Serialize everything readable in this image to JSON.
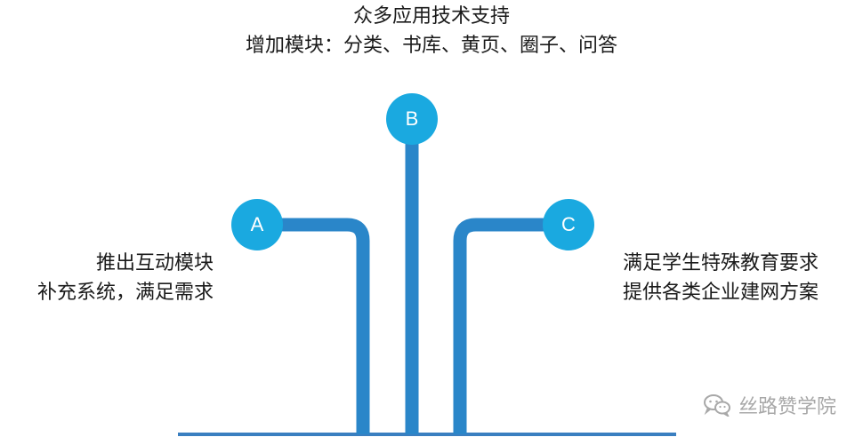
{
  "top_text": {
    "line1": "众多应用技术支持",
    "line2": "增加模块：分类、书库、黄页、圈子、问答"
  },
  "left_text": {
    "line1": "推出互动模块",
    "line2": "补充系统，满足需求"
  },
  "right_text": {
    "line1": "满足学生特殊教育要求",
    "line2": "提供各类企业建网方案"
  },
  "nodes": {
    "a": "A",
    "b": "B",
    "c": "C"
  },
  "watermark": {
    "icon": "wechat-icon",
    "text": "丝路赞学院"
  },
  "colors": {
    "node": "#1aa9e0",
    "stem": "#2a86c9",
    "baseline": "#3a7fc0",
    "text": "#1a1a1a",
    "watermark": "#a8a8a8"
  }
}
